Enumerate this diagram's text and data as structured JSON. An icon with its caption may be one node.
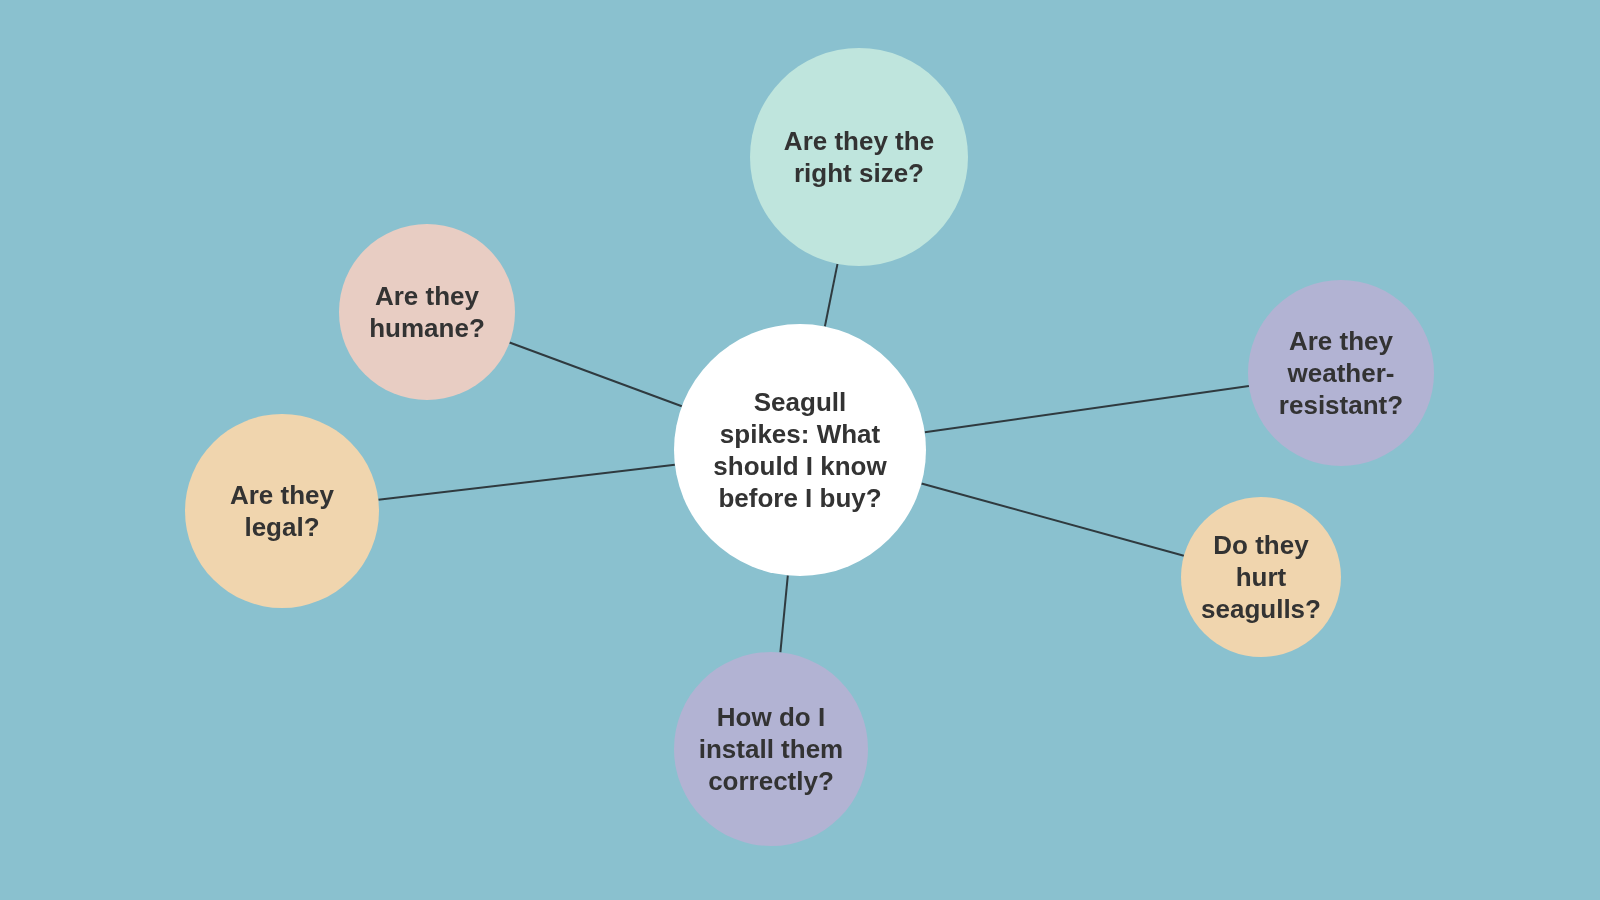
{
  "diagram": {
    "nodes": [
      {
        "text": [
          "Seagull spikes: What should I know before I buy?"
        ]
      },
      {
        "text": [
          "Are they the right size?"
        ]
      },
      {
        "text": [
          "Are they humane?"
        ]
      },
      {
        "text": [
          "Are they weather-resistant?"
        ]
      },
      {
        "text": [
          "Are they legal?"
        ]
      },
      {
        "text": [
          "Do they hurt seagulls?"
        ]
      },
      {
        "text": [
          "How do I install them correctly?"
        ]
      }
    ],
    "edges": [
      {
        "from": 0,
        "to": 1,
        "arrow": "none"
      },
      {
        "from": 0,
        "to": 2,
        "arrow": "none"
      },
      {
        "from": 0,
        "to": 3,
        "arrow": "none"
      },
      {
        "from": 0,
        "to": 4,
        "arrow": "none"
      },
      {
        "from": 0,
        "to": 5,
        "arrow": "none"
      },
      {
        "from": 0,
        "to": 6,
        "arrow": "none"
      }
    ]
  }
}
